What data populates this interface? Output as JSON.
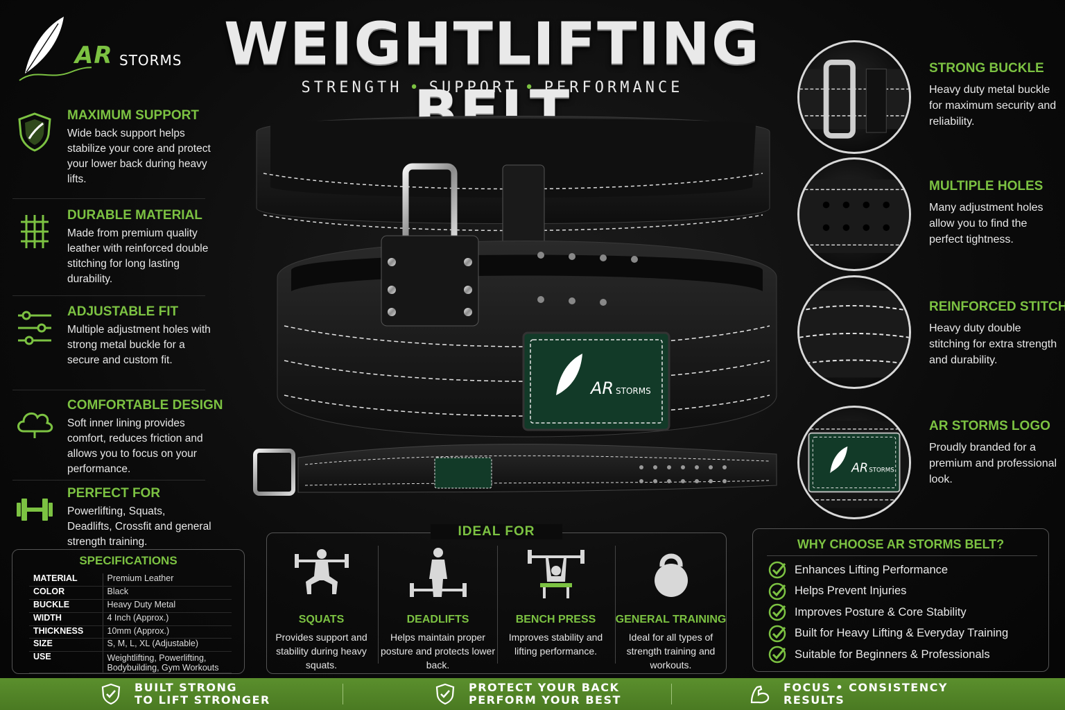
{
  "brand": {
    "ar": "AR",
    "storms": "STORMS"
  },
  "title": "WEIGHTLIFTING BELT",
  "subtitle": [
    "STRENGTH",
    "SUPPORT",
    "PERFORMANCE"
  ],
  "features": [
    {
      "icon": "shield-icon",
      "title": "MAXIMUM SUPPORT",
      "text": "Wide back support helps stabilize your core and protect your lower back during heavy lifts."
    },
    {
      "icon": "woven-material-icon",
      "title": "DURABLE MATERIAL",
      "text": "Made from premium quality leather with reinforced double stitching for long lasting durability."
    },
    {
      "icon": "sliders-icon",
      "title": "ADJUSTABLE FIT",
      "text": "Multiple adjustment holes with strong metal buckle for a secure and custom fit."
    },
    {
      "icon": "cloud-icon",
      "title": "COMFORTABLE DESIGN",
      "text": "Soft inner lining provides comfort, reduces friction and allows you to focus on your performance."
    },
    {
      "icon": "dumbbell-icon",
      "title": "PERFECT FOR",
      "text": "Powerlifting, Squats, Deadlifts, Crossfit and general strength training."
    }
  ],
  "specifications": {
    "title": "SPECIFICATIONS",
    "rows": [
      {
        "key": "MATERIAL",
        "value": "Premium Leather"
      },
      {
        "key": "COLOR",
        "value": "Black"
      },
      {
        "key": "BUCKLE",
        "value": "Heavy Duty Metal"
      },
      {
        "key": "WIDTH",
        "value": "4 Inch (Approx.)"
      },
      {
        "key": "THICKNESS",
        "value": "10mm (Approx.)"
      },
      {
        "key": "SIZE",
        "value": "S, M, L, XL (Adjustable)"
      },
      {
        "key": "USE",
        "value": "Weightlifting, Powerlifting, Bodybuilding, Gym Workouts"
      }
    ]
  },
  "belt_patch": {
    "ar": "AR",
    "storms": "STORMS"
  },
  "details": [
    {
      "title": "STRONG BUCKLE",
      "text": "Heavy duty metal buckle for maximum security and reliability."
    },
    {
      "title": "MULTIPLE HOLES",
      "text": "Many adjustment holes allow you to find the perfect tightness."
    },
    {
      "title": "REINFORCED STITCHING",
      "text": "Heavy duty double stitching for extra strength and durability."
    },
    {
      "title": "AR STORMS LOGO",
      "text": "Proudly branded for a premium and professional look."
    }
  ],
  "ideal_for": {
    "title": "IDEAL FOR",
    "items": [
      {
        "icon": "squat-icon",
        "name": "SQUATS",
        "text": "Provides support and stability during heavy squats."
      },
      {
        "icon": "deadlift-icon",
        "name": "DEADLIFTS",
        "text": "Helps maintain proper posture and protects lower back."
      },
      {
        "icon": "bench-press-icon",
        "name": "BENCH PRESS",
        "text": "Improves stability and lifting performance."
      },
      {
        "icon": "kettlebell-icon",
        "name": "GENERAL TRAINING",
        "text": "Ideal for all types of strength training and workouts."
      }
    ]
  },
  "why_choose": {
    "title": "WHY CHOOSE AR STORMS BELT?",
    "items": [
      "Enhances Lifting Performance",
      "Helps Prevent Injuries",
      "Improves Posture & Core Stability",
      "Built for Heavy Lifting & Everyday Training",
      "Suitable for Beginners & Professionals"
    ]
  },
  "bottom_bar": [
    {
      "icon": "shield-check-icon",
      "line1": "BUILT STRONG",
      "line2": "TO LIFT STRONGER"
    },
    {
      "icon": "shield-check-icon",
      "line1": "PROTECT YOUR BACK",
      "line2": "PERFORM YOUR BEST"
    },
    {
      "icon": "flexed-arm-icon",
      "line1": "FOCUS • CONSISTENCY",
      "line2": "RESULTS"
    }
  ],
  "colors": {
    "accent": "#7cc242",
    "background": "#0b0b0b",
    "bar": "#4f7f25"
  }
}
